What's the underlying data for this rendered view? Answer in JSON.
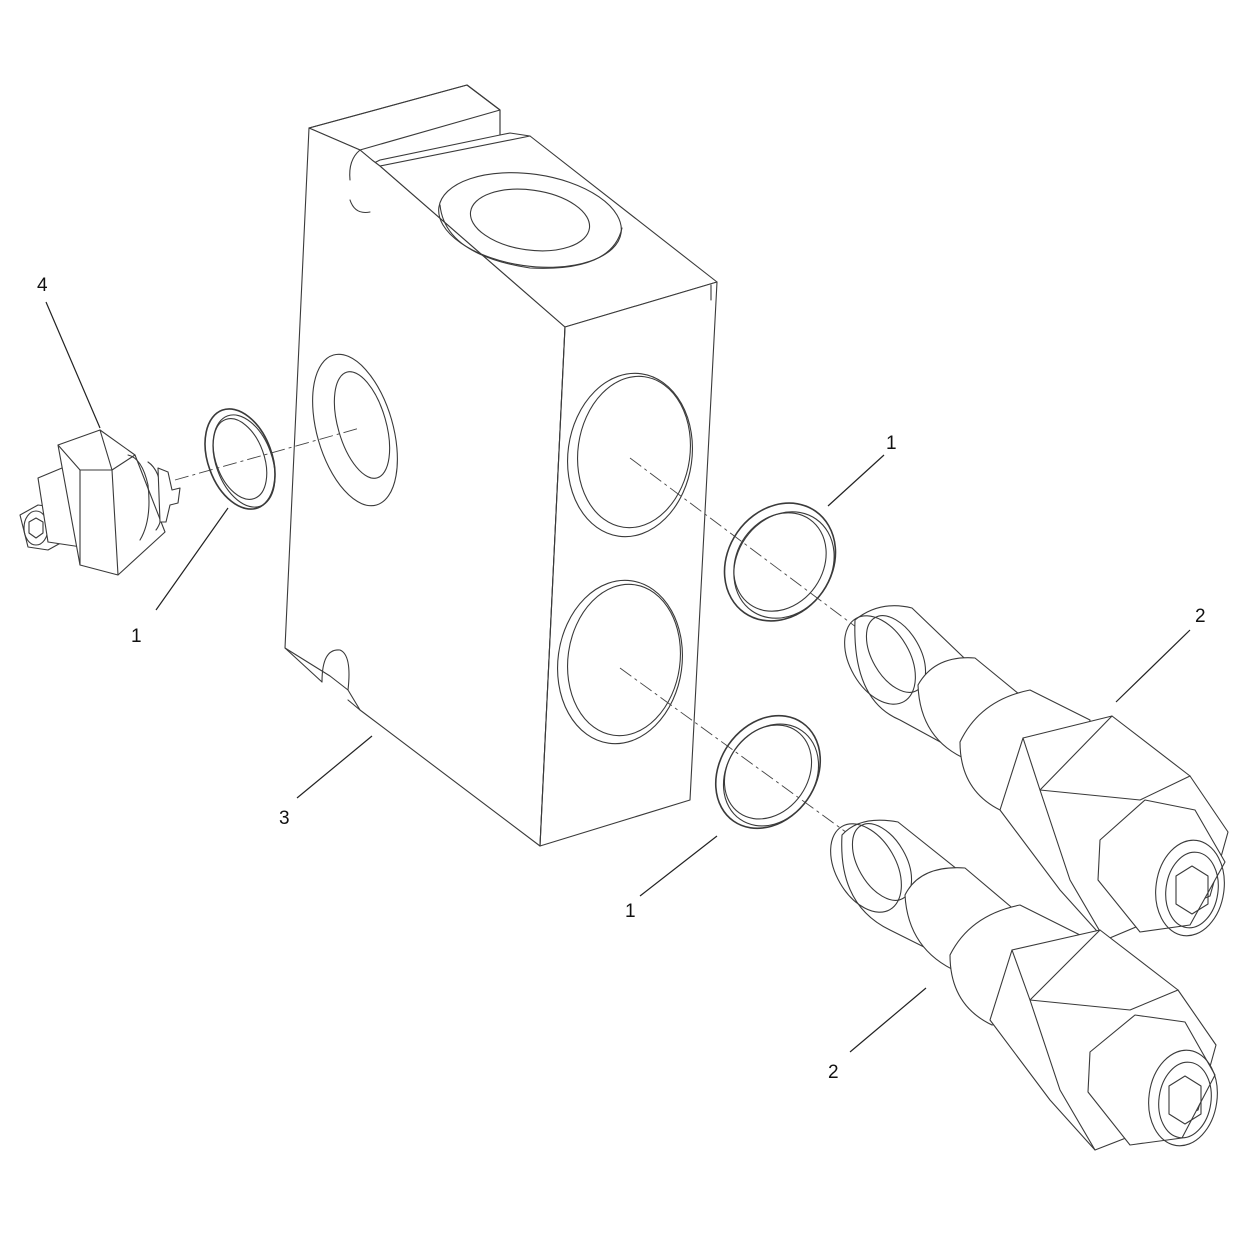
{
  "callouts": {
    "c4": "4",
    "c1_left": "1",
    "c3": "3",
    "c1_upper_right": "1",
    "c2_upper": "2",
    "c1_lower": "1",
    "c2_lower": "2"
  },
  "colors": {
    "line": "#3a3a3a",
    "background": "#ffffff"
  }
}
